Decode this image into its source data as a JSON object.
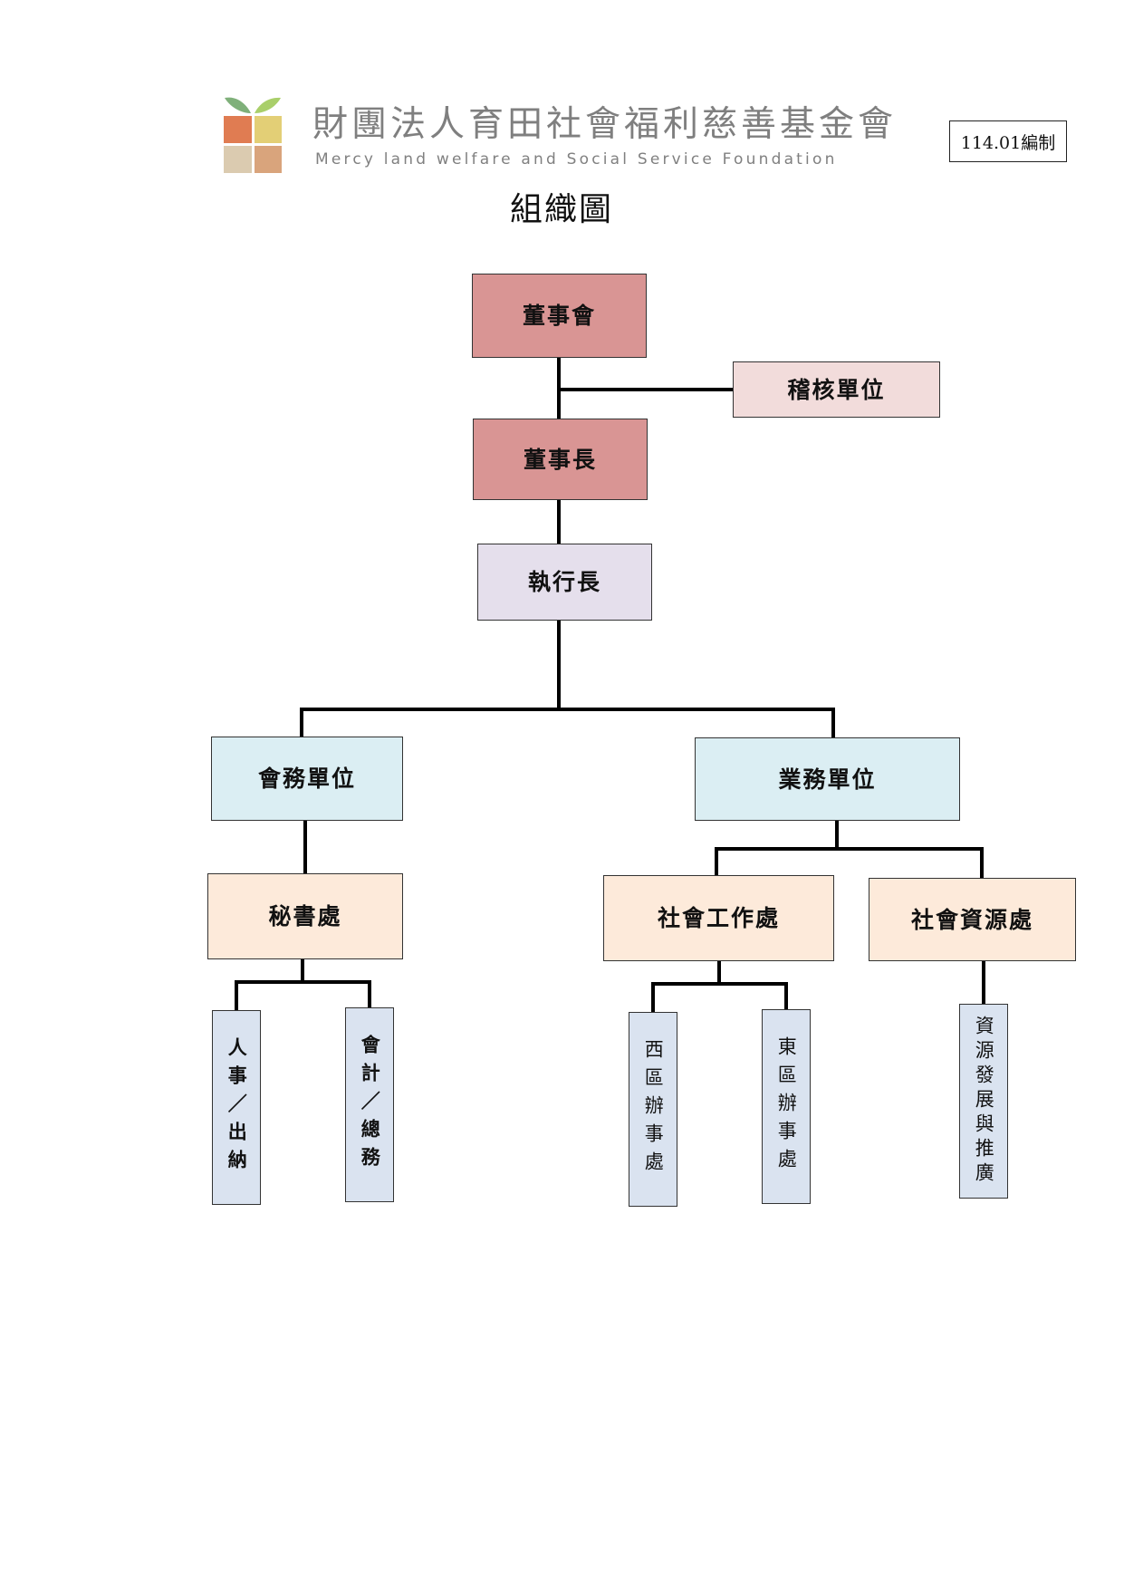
{
  "header": {
    "org_name_zh": "財團法人育田社會福利慈善基金會",
    "org_name_en": "Mercy land welfare and Social Service Foundation",
    "edition": "114.01編制",
    "title": "組織圖",
    "logo_colors": {
      "leaf_left": "#7fb07a",
      "leaf_right": "#a9cf6a",
      "square_top_left": "#e07c52",
      "square_top_right": "#e3cf76",
      "square_bottom_left": "#dbcbb0",
      "square_bottom_right": "#d9a47c"
    }
  },
  "chart": {
    "board": "董事會",
    "audit": "稽核單位",
    "chairman": "董事長",
    "ceo": "執行長",
    "admin_dept": "會務單位",
    "service_dept": "業務單位",
    "secretariat": "秘書處",
    "social_work": "社會工作處",
    "social_resources": "社會資源處",
    "hr_cashier": "人事／出納",
    "accounting_general": "會計／總務",
    "west_office": "西區辦事處",
    "east_office": "東區辦事處",
    "resource_dev": "資源發展與推廣"
  },
  "colors": {
    "board_fill": "#d99594",
    "audit_fill": "#f2dcdb",
    "ceo_fill": "#e5dfec",
    "dept_fill": "#dbeef3",
    "office_fill": "#fdeada",
    "leaf_fill": "#dae3f0"
  }
}
